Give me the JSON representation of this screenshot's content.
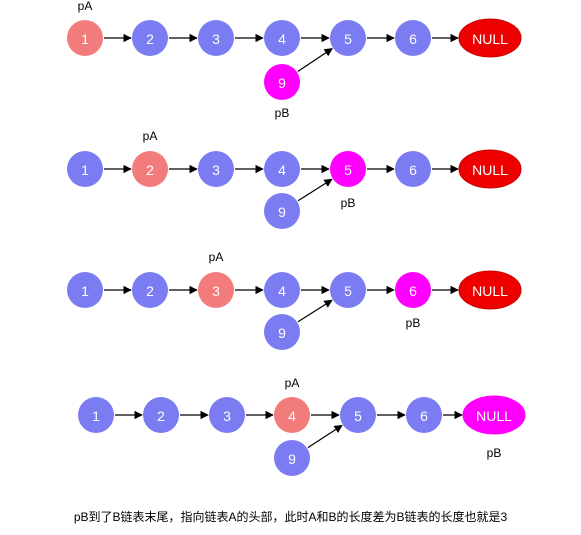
{
  "colors": {
    "node_default": "#7b7bf2",
    "node_pa": "#f27b7b",
    "node_pb": "#ff00ff",
    "null_fill": "#ee0000",
    "null_stroke": "#cc0000"
  },
  "pointer_labels": {
    "pa": "pA",
    "pb": "pB"
  },
  "null_label": "NULL",
  "caption": "pB到了B链表末尾，指向链表A的头部，此时A和B的长度差为B链表的长度也就是3",
  "panels": [
    {
      "list_a": [
        "1",
        "2",
        "3",
        "4",
        "5",
        "6"
      ],
      "list_b": [
        "9"
      ],
      "pa_index": 0,
      "pb_node": "b0",
      "null_highlight": "none"
    },
    {
      "list_a": [
        "1",
        "2",
        "3",
        "4",
        "5",
        "6"
      ],
      "list_b": [
        "9"
      ],
      "pa_index": 1,
      "pb_node": "a4",
      "null_highlight": "none"
    },
    {
      "list_a": [
        "1",
        "2",
        "3",
        "4",
        "5",
        "6"
      ],
      "list_b": [
        "9"
      ],
      "pa_index": 2,
      "pb_node": "a5",
      "null_highlight": "none"
    },
    {
      "list_a": [
        "1",
        "2",
        "3",
        "4",
        "5",
        "6"
      ],
      "list_b": [
        "9"
      ],
      "pa_index": 3,
      "pb_node": "null",
      "null_highlight": "pb"
    }
  ]
}
